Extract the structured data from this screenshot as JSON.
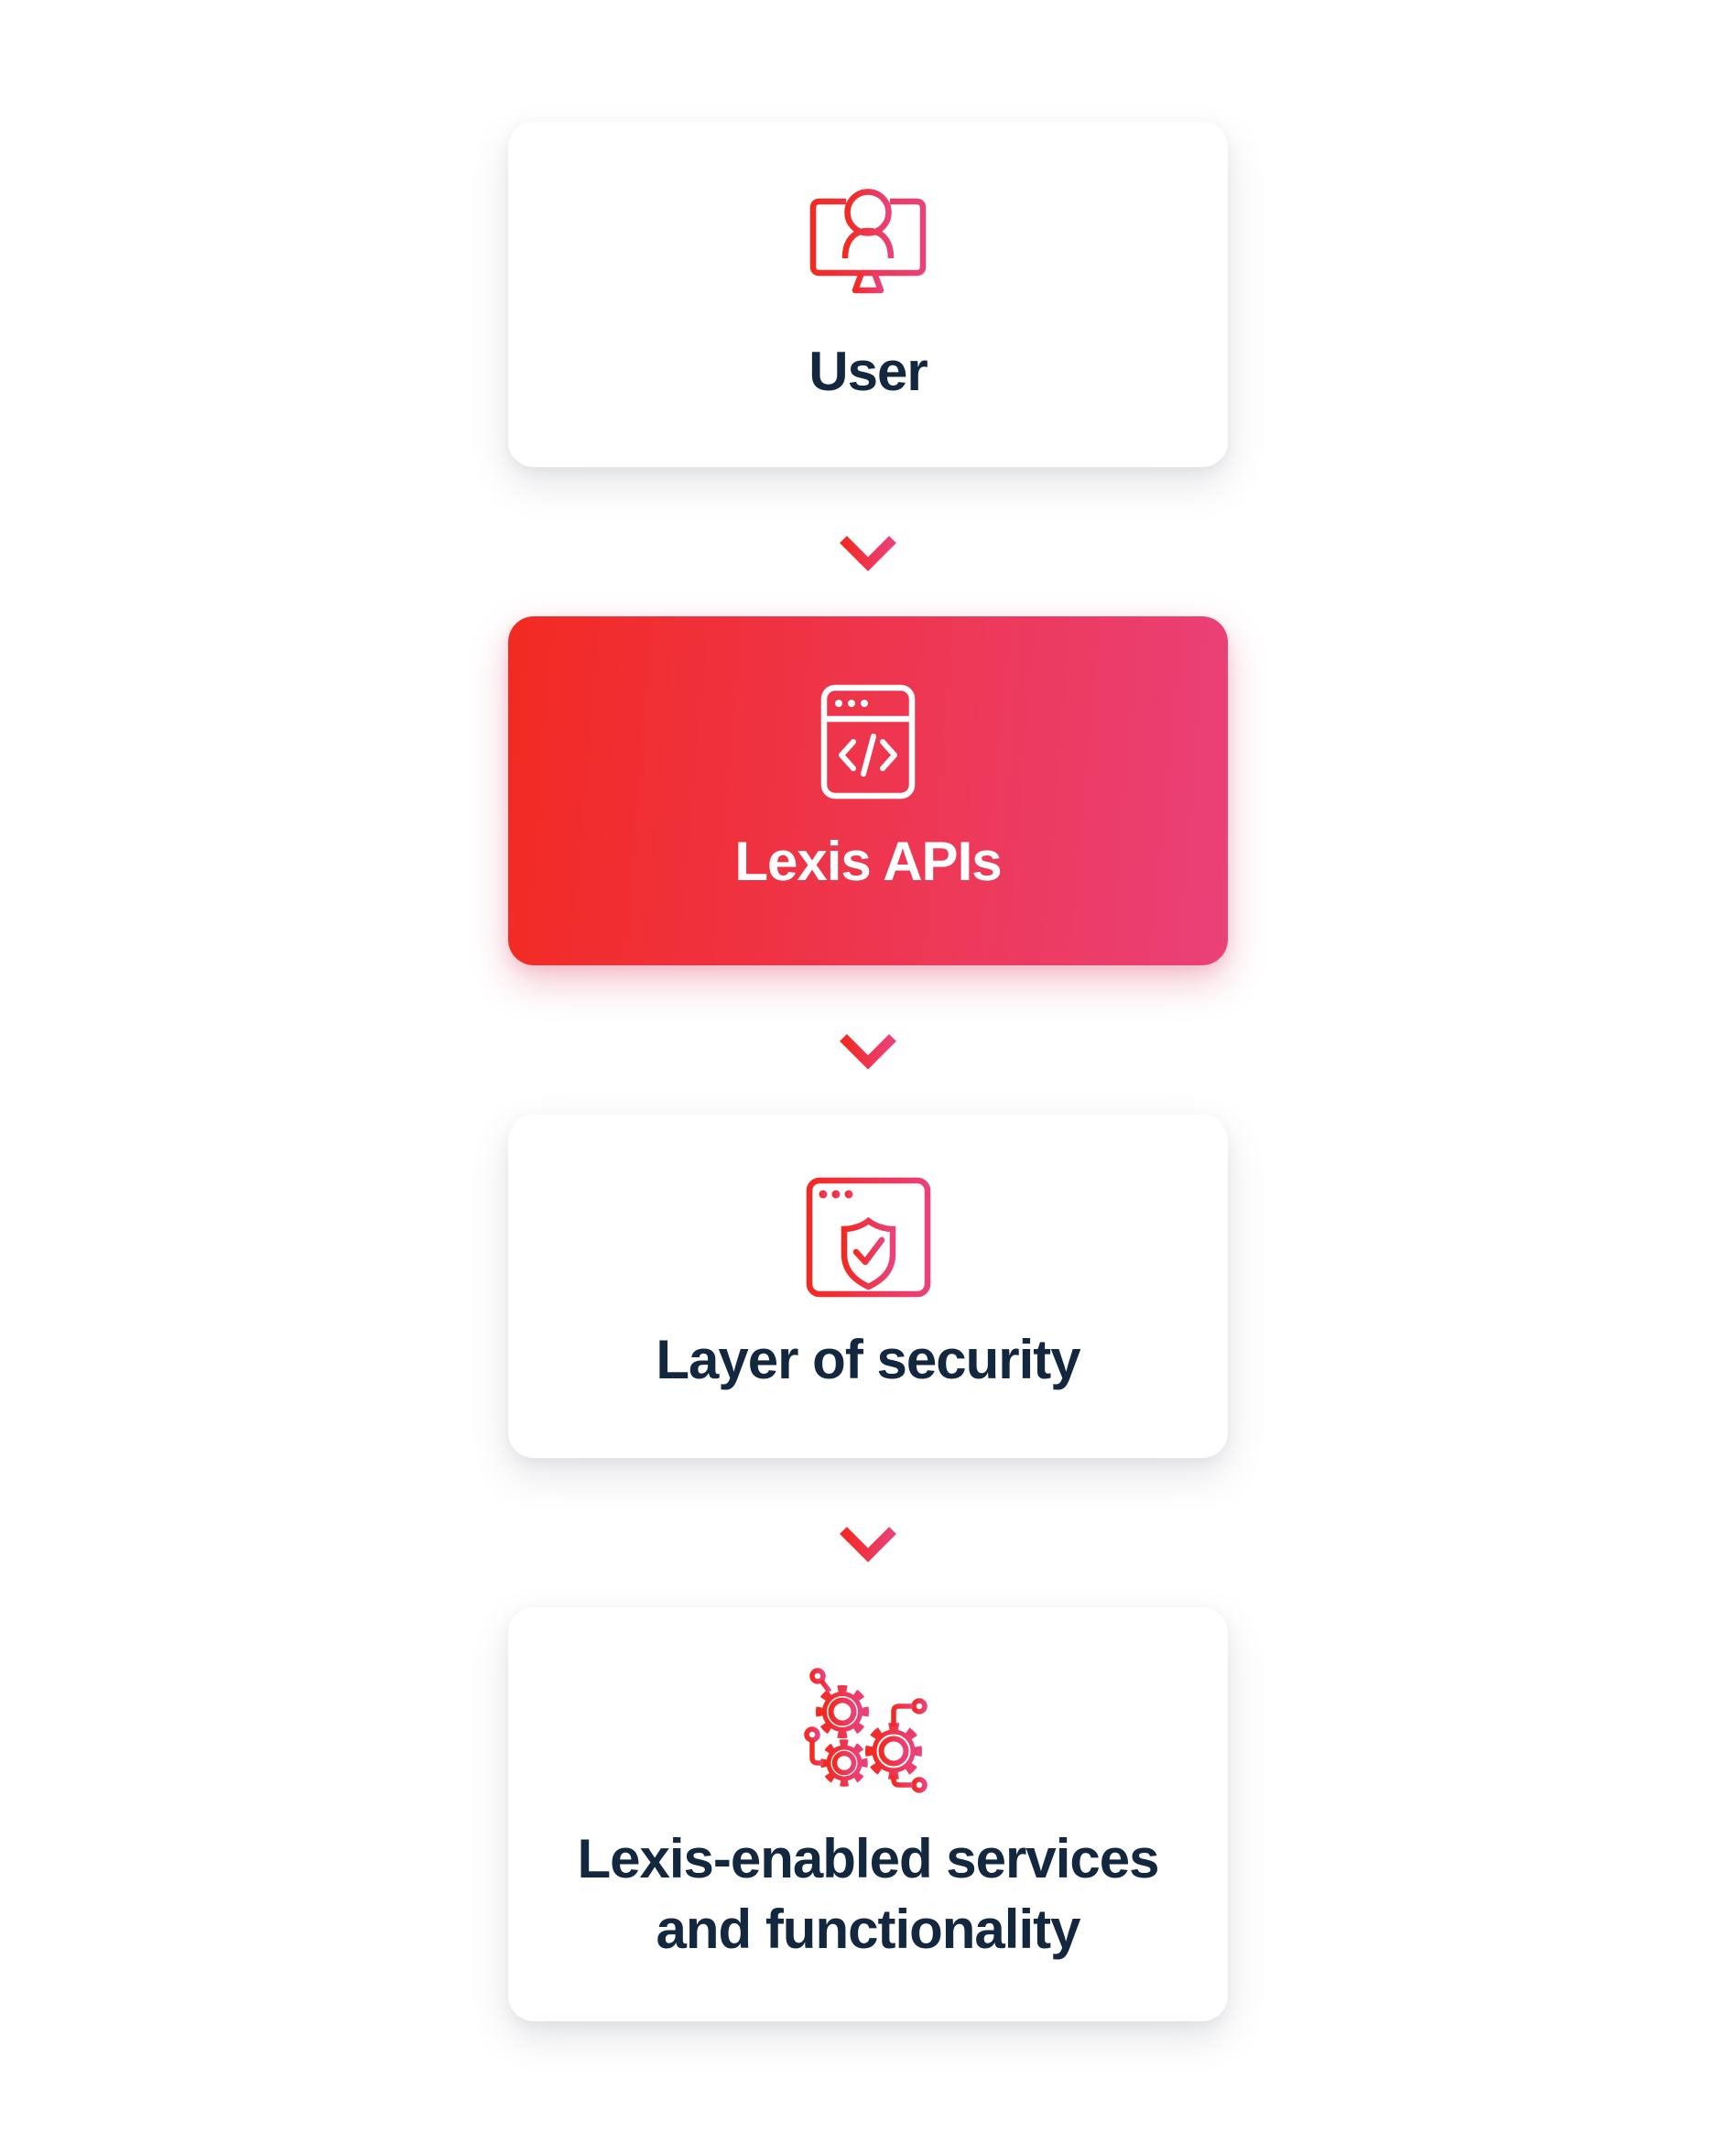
{
  "colors": {
    "page_background": "#FFFFFF",
    "card_background": "#FFFFFF",
    "accent_gradient_start": "#F22A22",
    "accent_gradient_end": "#EA4179",
    "label_navy": "#13283F",
    "accent_label_white": "#FFFFFF"
  },
  "flow": {
    "steps": [
      {
        "name": "user",
        "label": "User",
        "icon": "user-on-monitor-icon",
        "variant": "light"
      },
      {
        "name": "lexis-apis",
        "label": "Lexis APIs",
        "icon": "code-window-icon",
        "variant": "accent"
      },
      {
        "name": "layer-of-security",
        "label": "Layer of security",
        "icon": "shield-check-window-icon",
        "variant": "light"
      },
      {
        "name": "lexis-enabled-services",
        "label_line1": "Lexis-enabled services",
        "label_line2": "and functionality",
        "icon": "connected-gears-icon",
        "variant": "light"
      }
    ],
    "connector_icon": "down-arrow-icon",
    "connector_count": 3
  }
}
